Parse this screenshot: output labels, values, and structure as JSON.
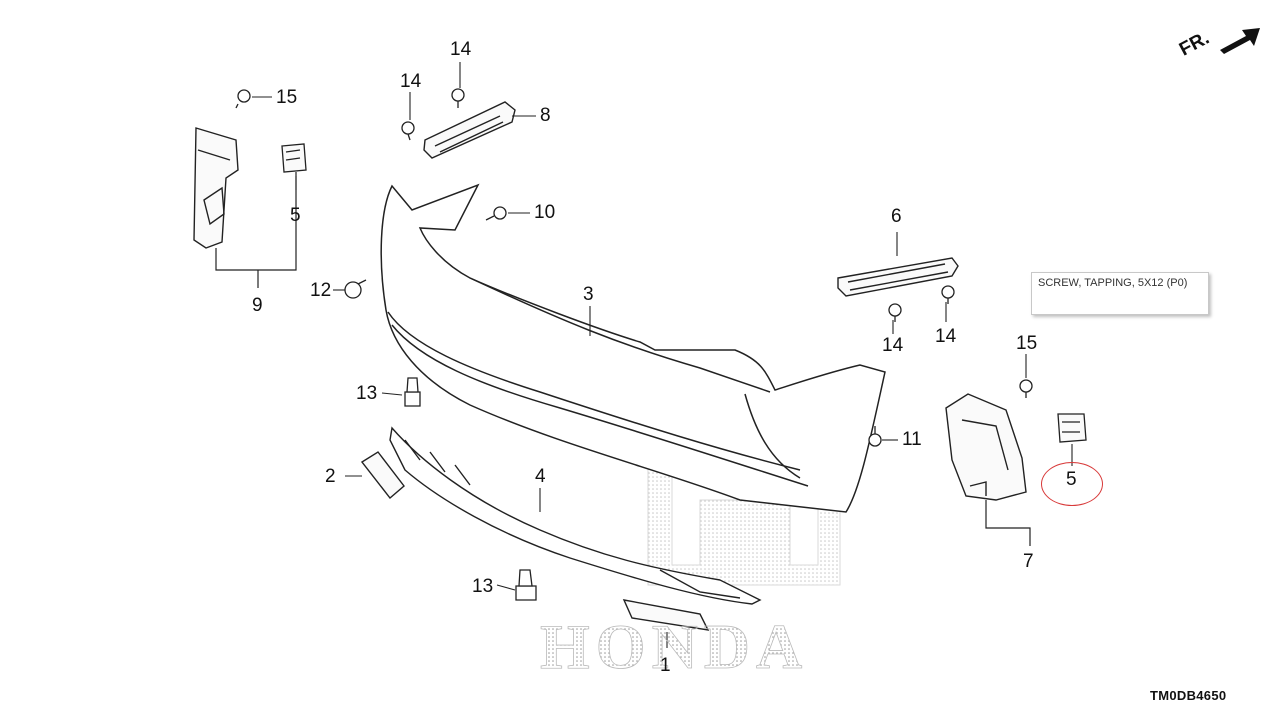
{
  "diagram": {
    "watermark_text": "HONDA",
    "direction_label": "FR.",
    "drawing_code": "TM0DB4650",
    "tooltip_text": "SCREW, TAPPING, 5X12 (P0)",
    "callouts": {
      "c1": "1",
      "c2": "2",
      "c3": "3",
      "c4": "4",
      "c5_left": "5",
      "c5_right": "5",
      "c6": "6",
      "c7": "7",
      "c8": "8",
      "c9": "9",
      "c10": "10",
      "c11": "11",
      "c12": "12",
      "c13_upper": "13",
      "c13_lower": "13",
      "c14_a": "14",
      "c14_b": "14",
      "c14_c": "14",
      "c14_d": "14",
      "c15_left": "15",
      "c15_right": "15"
    },
    "highlight_color": "#d83a3a"
  }
}
